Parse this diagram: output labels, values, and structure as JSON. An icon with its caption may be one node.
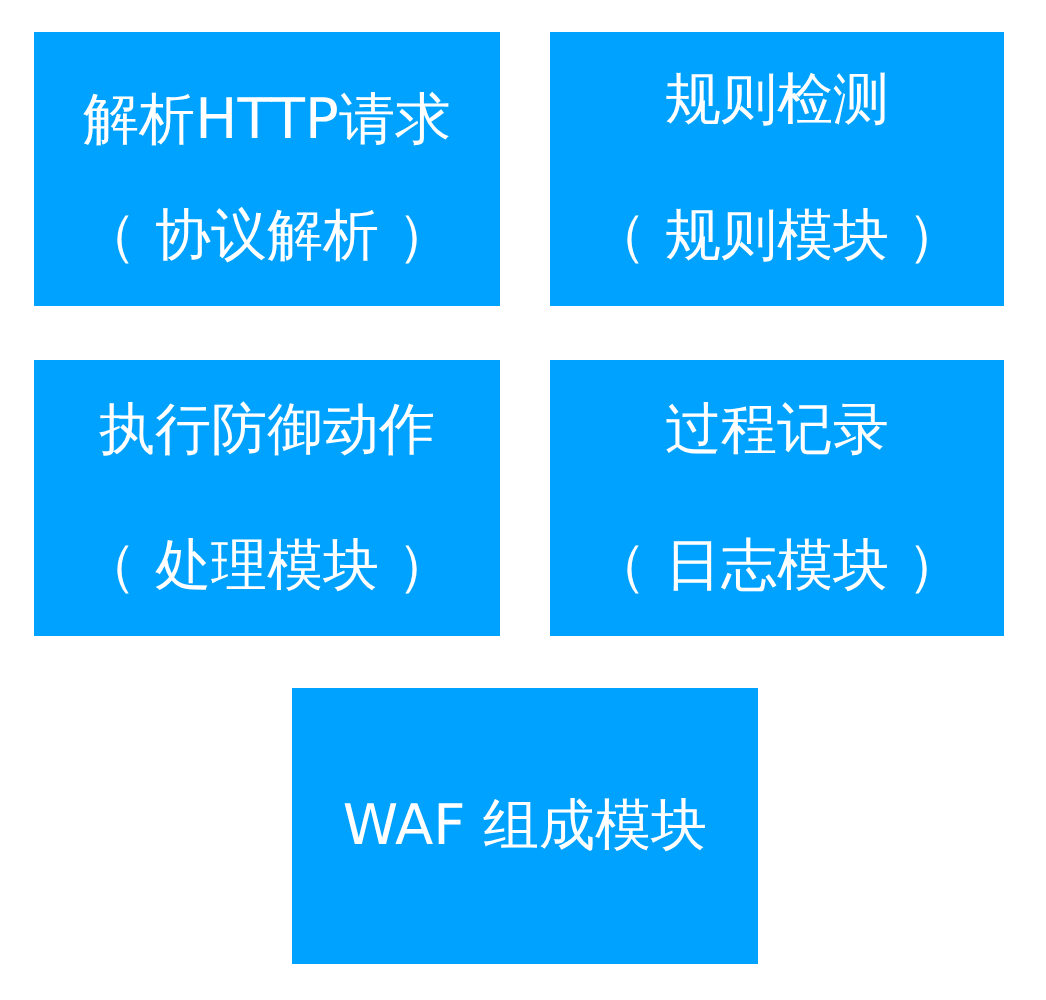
{
  "diagram": {
    "nodes": [
      {
        "text": [
          "解析HTTP请求",
          "（ 协议解析 ）"
        ]
      },
      {
        "text": [
          "规则检测",
          "（ 规则模块 ）"
        ]
      },
      {
        "text": [
          "执行防御动作",
          "（ 处理模块 ）"
        ]
      },
      {
        "text": [
          "过程记录",
          "（ 日志模块 ）"
        ]
      },
      {
        "text": [
          "WAF 组成模块"
        ]
      }
    ]
  }
}
